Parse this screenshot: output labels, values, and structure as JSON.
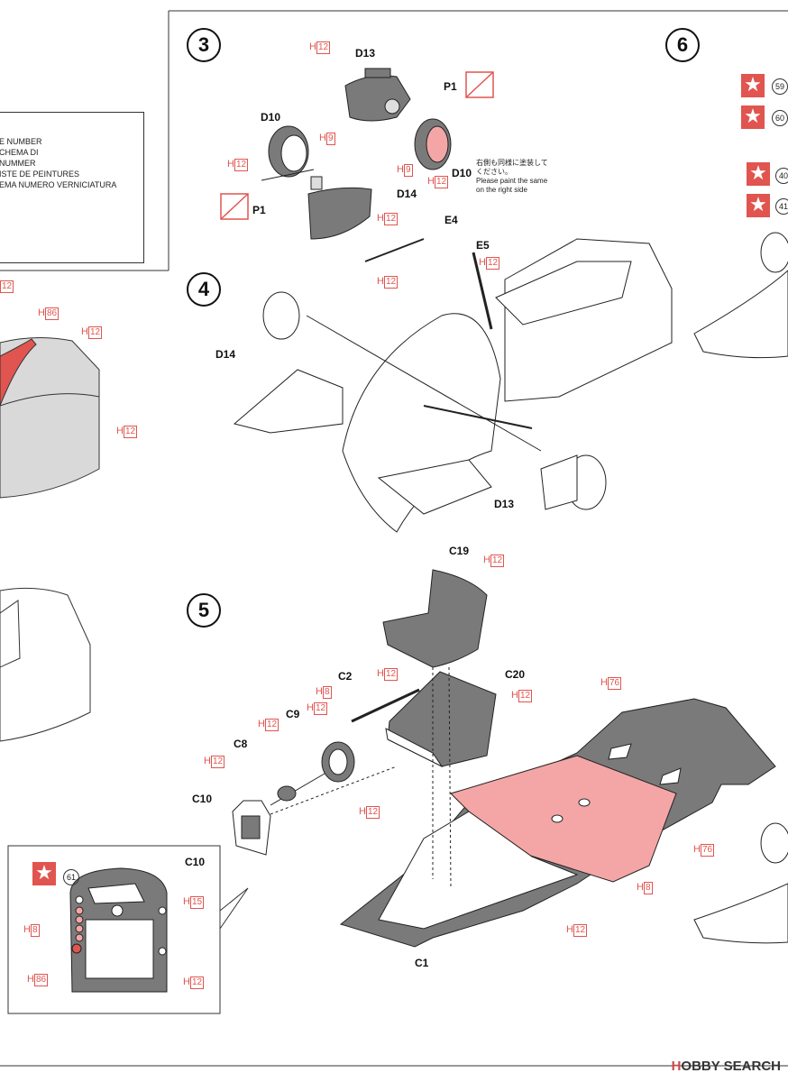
{
  "steps": {
    "s3": "3",
    "s4": "4",
    "s5": "5",
    "s6": "6"
  },
  "legend": {
    "lines": [
      "E NUMBER",
      "CHEMA DI",
      "NUMMER",
      "ISTE DE PEINTURES",
      "EMA NUMERO   VERNICIATURA"
    ]
  },
  "parts": {
    "d13_top": "D13",
    "p1_top": "P1",
    "d10_left": "D10",
    "d10_right": "D10",
    "p1_left": "P1",
    "d14_mid": "D14",
    "e4": "E4",
    "e5": "E5",
    "d14_s4": "D14",
    "d13_s4": "D13",
    "c19": "C19",
    "c20": "C20",
    "c2": "C2",
    "c9": "C9",
    "c8": "C8",
    "c10": "C10",
    "c1": "C1",
    "c10_inset": "C10"
  },
  "paint": {
    "h": "H",
    "p12": "12",
    "p9": "9",
    "p86": "86",
    "p8": "8",
    "p76": "76",
    "p15": "15"
  },
  "note_right_side": {
    "jp": "右側も同様に塗装してください。",
    "en1": "Please paint the same",
    "en2": "on the right side"
  },
  "markers": {
    "m59": "59",
    "m60": "60",
    "m40": "40",
    "m41": "41",
    "m61": "61"
  },
  "watermark": {
    "h": "H",
    "rest": "OBBY SEARCH"
  },
  "colors": {
    "red": "#e0554f",
    "gray": "#7a7a7a",
    "lightgray": "#d6d6d6",
    "pink": "#f4a6a6"
  }
}
